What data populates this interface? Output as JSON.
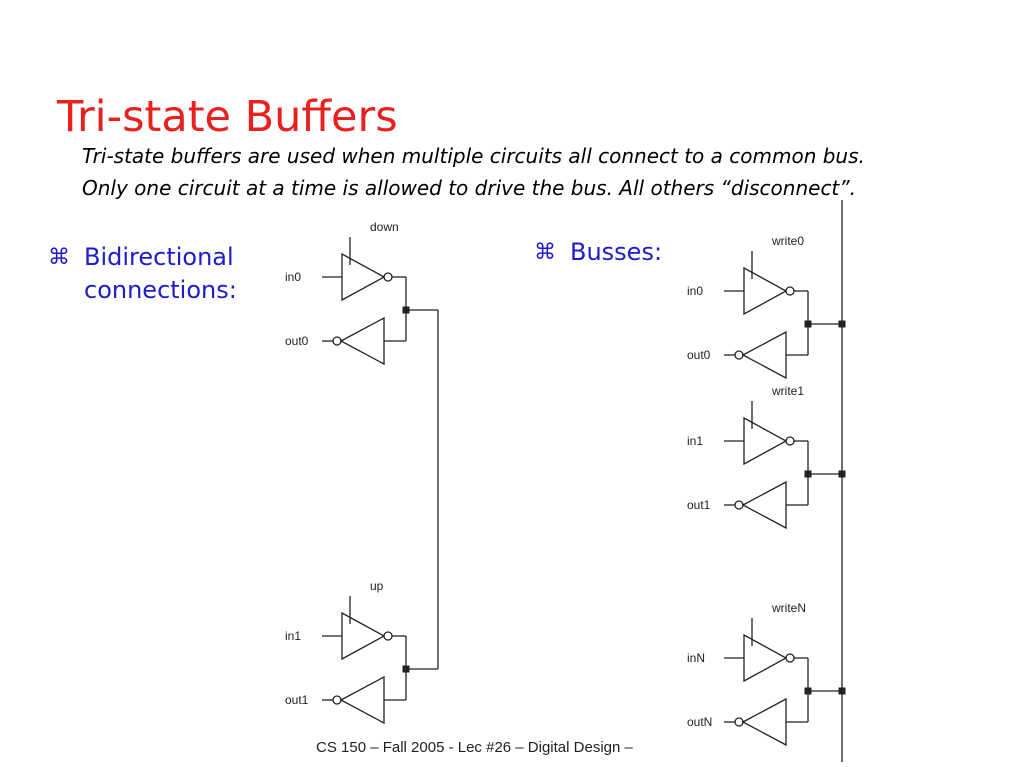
{
  "slide": {
    "title": "Tri-state Buffers",
    "subtitle_line1": "Tri-state buffers are used when multiple circuits all connect to a common bus.",
    "subtitle_line2": "Only one circuit at a time is allowed to drive the bus.  All others “disconnect”.",
    "bullet_symbol": "⌘",
    "bullet1_line1": "Bidirectional",
    "bullet1_line2": "connections:",
    "bullet2": "Busses:",
    "footer": "CS 150 – Fall 2005 - Lec #26 – Digital Design  –"
  },
  "colors": {
    "title": "#e8201e",
    "bullet": "#1c1ccc",
    "wire": "#222222"
  },
  "diagrams": {
    "bidirectional": [
      {
        "control": "down",
        "input": "in0",
        "output": "out0"
      },
      {
        "control": "up",
        "input": "in1",
        "output": "out1"
      }
    ],
    "bus": [
      {
        "control": "write0",
        "input": "in0",
        "output": "out0"
      },
      {
        "control": "write1",
        "input": "in1",
        "output": "out1"
      },
      {
        "control": "writeN",
        "input": "inN",
        "output": "outN"
      }
    ]
  }
}
